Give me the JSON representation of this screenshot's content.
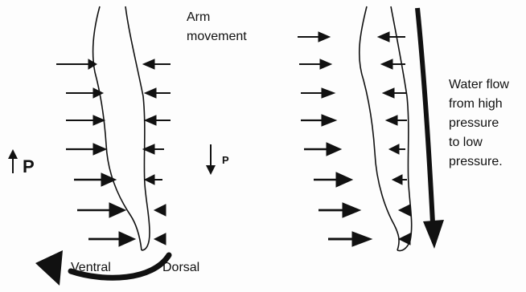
{
  "labels": {
    "arm_movement_1": "Arm",
    "arm_movement_2": "movement",
    "p_up": "P",
    "p_down": "P",
    "ventral": "Ventral",
    "dorsal": "Dorsal",
    "water_flow_1": "Water flow",
    "water_flow_2": "from high",
    "water_flow_3": "pressure",
    "water_flow_4": "to low",
    "water_flow_5": "pressure."
  },
  "colors": {
    "ink": "#111111",
    "background": "#fdfdfd"
  }
}
